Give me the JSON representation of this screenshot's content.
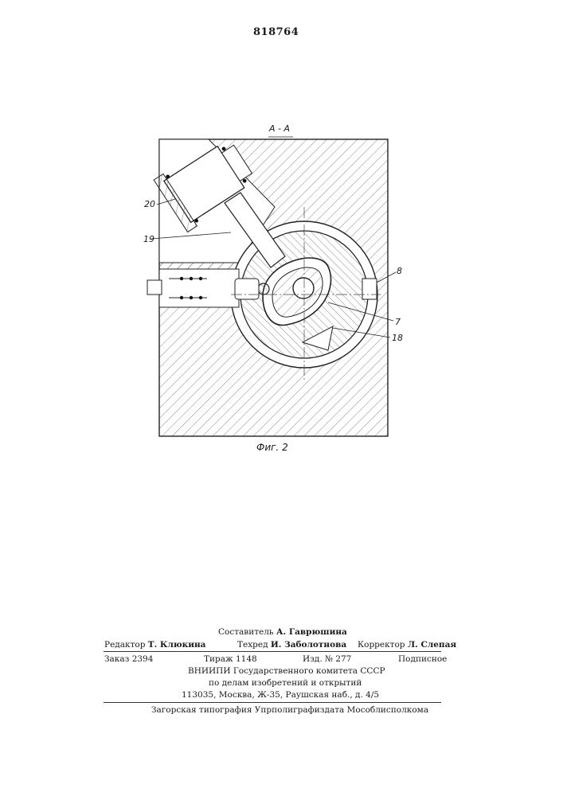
{
  "patent_number": "818764",
  "figure": {
    "section_label": "А - А",
    "caption": "Фиг. 2",
    "callouts": {
      "c20": "20",
      "c19": "19",
      "c8": "8",
      "c7": "7",
      "c18": "18"
    }
  },
  "imprint": {
    "compiler_label": "Составитель",
    "compiler_name": "А. Гаврюшина",
    "editor_label": "Редактор",
    "editor_name": "Т. Клюкина",
    "techred_label": "Техред",
    "techred_name": "И. Заболотнова",
    "corrector_label": "Корректор",
    "corrector_name": "Л. Слепая",
    "order": "Заказ 2394",
    "circulation": "Тираж 1148",
    "edition": "Изд. № 277",
    "subscription": "Подписное",
    "org_line1": "ВНИИПИ Государственного комитета СССР",
    "org_line2": "по делам изобретений и открытий",
    "org_line3": "113035, Москва, Ж-35, Раушская наб., д. 4/5",
    "printer": "Загорская типография Упрполиграфиздата Мособлисполкома"
  }
}
